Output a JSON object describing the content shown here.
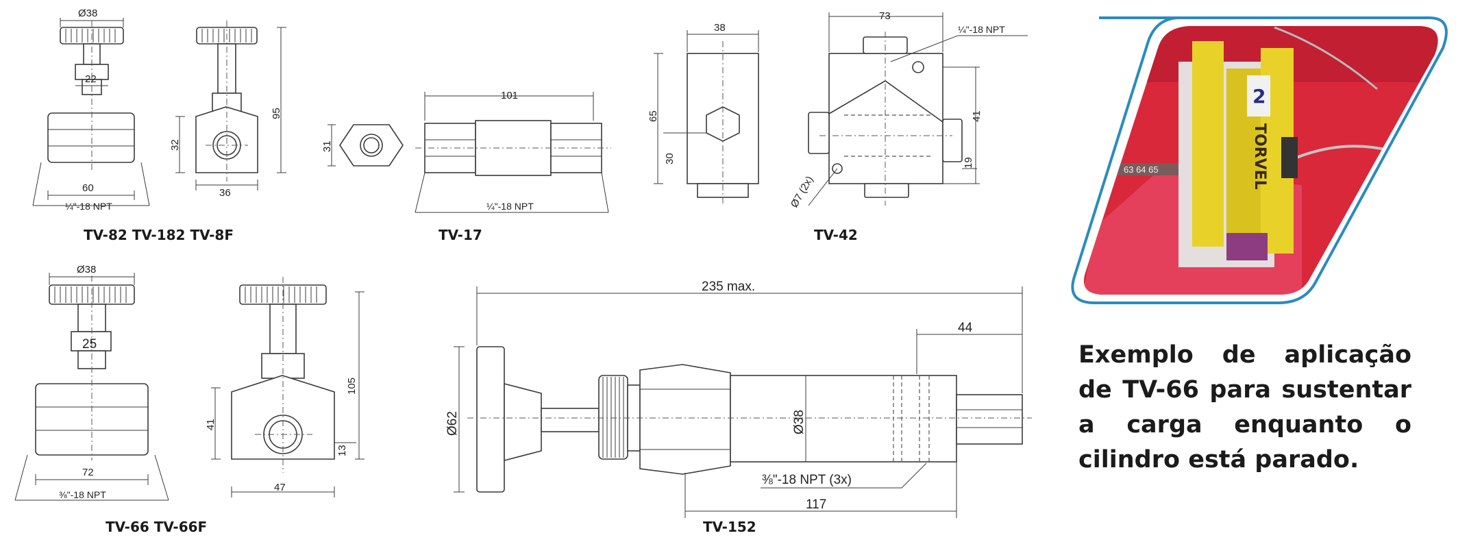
{
  "drawings": {
    "tv82": {
      "model": "TV-82  TV-182  TV-8F",
      "dim_knob": "Ø38",
      "dim_stem": "22",
      "dim_width": "60",
      "dim_height_side": "32",
      "dim_height": "95",
      "dim_body": "36",
      "thread": "¼\"-18 NPT"
    },
    "tv17": {
      "model": "TV-17",
      "dim_length": "101",
      "dim_hex": "31",
      "thread": "¼\"-18 NPT"
    },
    "tv42": {
      "model": "TV-42",
      "dim_width": "38",
      "dim_top": "73",
      "dim_height": "65",
      "dim_low": "30",
      "dim_right": "41",
      "dim_right_low": "19",
      "dim_holes": "Ø7 (2x)",
      "thread": "¼\"-18 NPT"
    },
    "tv66": {
      "model": "TV-66  TV-66F",
      "dim_knob": "Ø38",
      "dim_stem": "25",
      "dim_width": "72",
      "dim_side": "41",
      "dim_height": "105",
      "dim_low": "13",
      "dim_body": "47",
      "thread": "⅜\"-18 NPT"
    },
    "tv152": {
      "model": "TV-152",
      "dim_total": "235 max.",
      "dim_right": "44",
      "dim_dia_knob": "Ø62",
      "dim_dia_body": "Ø38",
      "dim_base": "117",
      "thread": "⅜\"-18 NPT (3x)"
    }
  },
  "photo": {
    "brand": "TORVEL",
    "number": "2",
    "marks": "63 64 65"
  },
  "caption": "Exemplo de aplicação de TV-66 para sustentar a carga enquanto o cilindro está parado.",
  "colors": {
    "frame": "#2a8bc0",
    "machine_red": "#d8283a",
    "cylinder_yellow": "#e8d22a"
  }
}
